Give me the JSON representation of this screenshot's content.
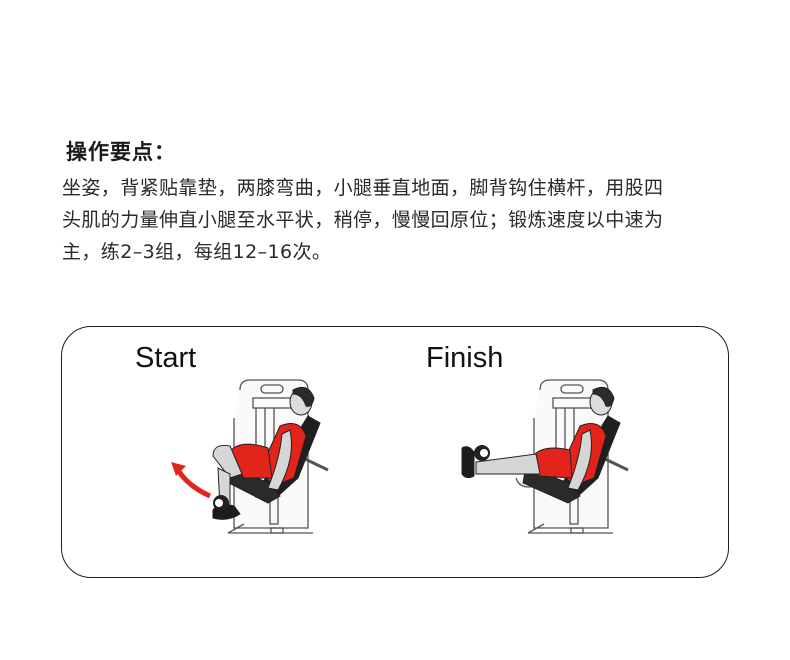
{
  "heading": "操作要点：",
  "instructions": {
    "lines": [
      "坐姿，背紧贴靠垫，两膝弯曲，小腿垂直地面，脚背钩住横杆，用股四",
      "头肌的力量伸直小腿至水平状，稍停，慢慢回原位；锻炼速度以中速为",
      "主，练2–3组，每组12–16次。"
    ]
  },
  "panel": {
    "start_label": "Start",
    "finish_label": "Finish"
  },
  "colors": {
    "shirt_red": "#e3241b",
    "arrow_red": "#e0261d",
    "skin_gray": "#d6d6d6",
    "hair_dark": "#2b2b2b",
    "frame_line": "#555555"
  }
}
